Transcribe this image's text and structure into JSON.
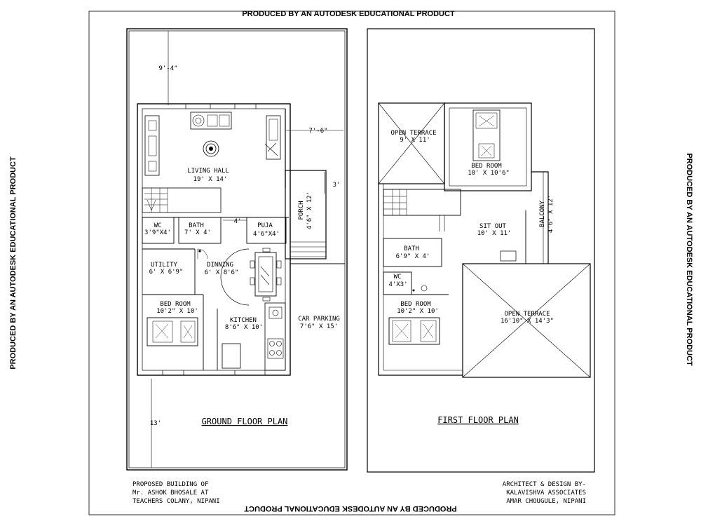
{
  "watermark": {
    "top": "PRODUCED BY AN AUTODESK EDUCATIONAL PRODUCT",
    "bottom": "PRODUCED BY AN AUTODESK EDUCATIONAL PRODUCT",
    "left": "PRODUCED BY AN AUTODESK EDUCATIONAL PRODUCT",
    "right": "PRODUCED BY AN AUTODESK EDUCATIONAL PRODUCT"
  },
  "ground_floor": {
    "title": "GROUND FLOOR PLAN",
    "dimensions": {
      "top_setback": "9'-4\"",
      "side": "7'-6\"",
      "porch_gap": "3'",
      "passage": "4'",
      "bottom_setback": "13'"
    },
    "rooms": {
      "living_name": "LIVING HALL",
      "living_size": "19' X 14'",
      "porch_name": "PORCH",
      "porch_size": "4'6\" X 12'",
      "wc_name": "WC",
      "wc_size": "3'9\"X4'",
      "bath_name": "BATH",
      "bath_size": "7' X 4'",
      "puja_name": "PUJA",
      "puja_size": "4'6\"X4'",
      "utility_name": "UTILITY",
      "utility_size": "6' X 6'9\"",
      "dinning_name": "DINNING",
      "dinning_size": "6' X 8'6\"",
      "bed_name": "BED ROOM",
      "bed_size": "10'2\" X 10'",
      "kitchen_name": "KITCHEN",
      "kitchen_size": "8'6\" X 10'",
      "car_name": "CAR PARKING",
      "car_size": "7'6\" X 15'"
    }
  },
  "first_floor": {
    "title": "FIRST FLOOR PLAN",
    "rooms": {
      "terrace1_name": "OPEN TERRACE",
      "terrace1_size": "9' X 11'",
      "bed1_name": "BED ROOM",
      "bed1_size": "10' X 10'6\"",
      "balcony_name": "BALCONY",
      "balcony_size": "4'6\" X 12'",
      "sitout_name": "SIT OUT",
      "sitout_size": "10' X 11'",
      "bath_name": "BATH",
      "bath_size": "6'9\" X 4'",
      "wc_name": "WC",
      "wc_size": "4'X3'",
      "bed2_name": "BED ROOM",
      "bed2_size": "10'2\" X 10'",
      "terrace2_name": "OPEN TERRACE",
      "terrace2_size": "16'10\" X 14'3\""
    }
  },
  "footer": {
    "left_line1": "PROPOSED BUILDING OF",
    "left_line2": "Mr. ASHOK BHOSALE AT",
    "left_line3": "TEACHERS COLANY, NIPANI",
    "right_line1": "ARCHITECT & DESIGN BY-",
    "right_line2": "KALAVISHVA ASSOCIATES",
    "right_line3": "AMAR CHOUGULE, NIPANI"
  }
}
